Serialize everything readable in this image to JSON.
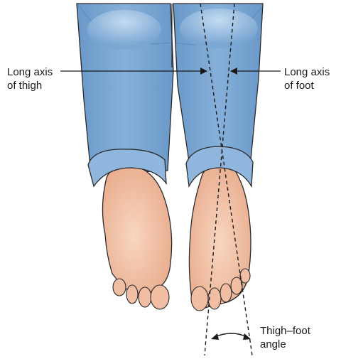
{
  "labels": {
    "thigh_axis": {
      "line1": "Long axis",
      "line2": "of thigh"
    },
    "foot_axis": {
      "line1": "Long axis",
      "line2": "of foot"
    },
    "thigh_foot_angle": {
      "line1": "Thigh–foot",
      "line2": "angle"
    }
  },
  "colors": {
    "denim": "#7aa6d3",
    "denim_light": "#a9cbea",
    "denim_dark": "#5d89b8",
    "cuff": "#8fb7de",
    "skin": "#f3c4a8",
    "skin_dark": "#e3a58a",
    "outline": "#2a2a2a"
  }
}
